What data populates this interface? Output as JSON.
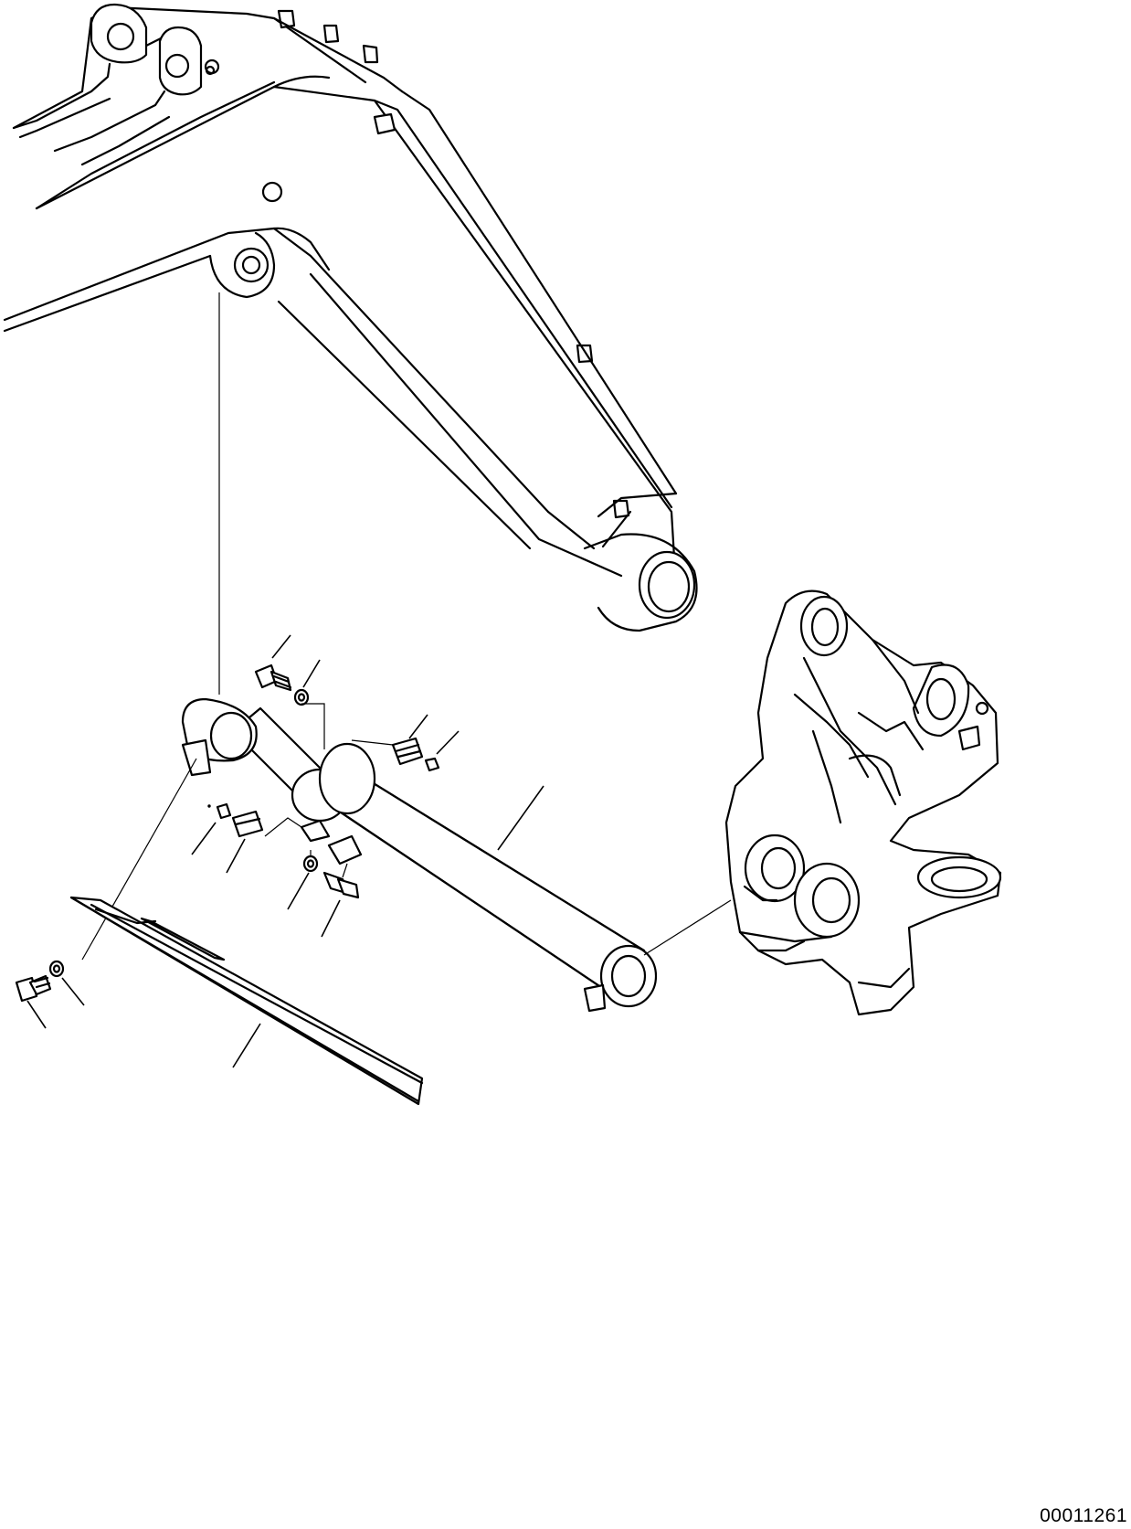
{
  "drawing": {
    "number": "00011261",
    "parts": [
      {
        "name": "boom-assembly"
      },
      {
        "name": "boom-cylinder"
      },
      {
        "name": "revolving-frame-bracket"
      },
      {
        "name": "hose-guard-cover"
      },
      {
        "name": "mounting-bolt"
      },
      {
        "name": "washer"
      },
      {
        "name": "hose-clamp"
      },
      {
        "name": "clamp-nut"
      }
    ]
  }
}
